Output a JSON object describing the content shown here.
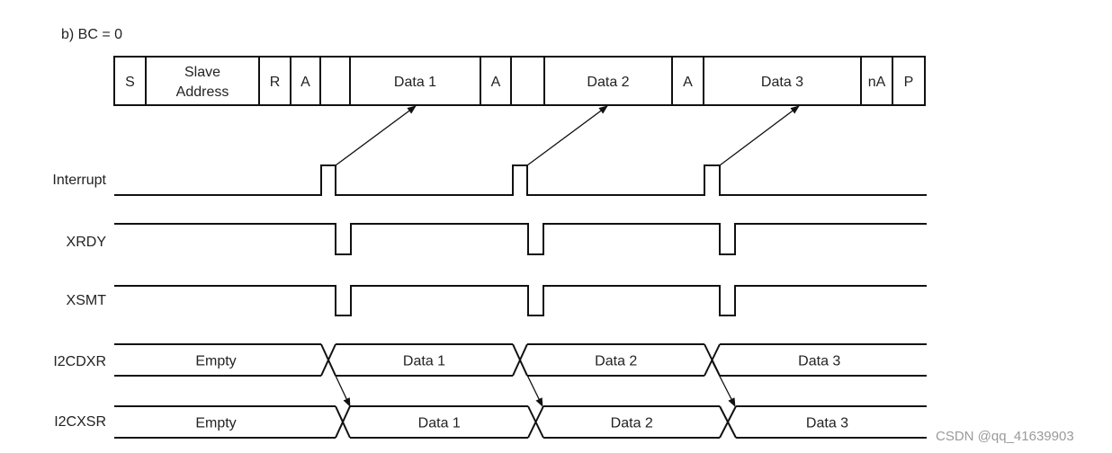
{
  "title": "b) BC = 0",
  "frame_cells": [
    "S",
    "Slave\nAddress",
    "R",
    "A",
    "",
    "Data 1",
    "A",
    "",
    "Data 2",
    "A",
    "Data 3",
    "nA",
    "P"
  ],
  "signals": [
    {
      "name": "Interrupt",
      "type": "pulse-high"
    },
    {
      "name": "XRDY",
      "type": "pulse-low"
    },
    {
      "name": "XSMT",
      "type": "pulse-low"
    },
    {
      "name": "I2CDXR",
      "type": "bus",
      "values": [
        "Empty",
        "Data 1",
        "Data 2",
        "Data 3"
      ]
    },
    {
      "name": "I2CXSR",
      "type": "bus",
      "values": [
        "Empty",
        "Data 1",
        "Data 2",
        "Data 3"
      ]
    }
  ],
  "watermark": "CSDN @qq_41639903",
  "colors": {
    "line": "#111111",
    "text": "#222222",
    "watermark": "#9a9a9a"
  }
}
